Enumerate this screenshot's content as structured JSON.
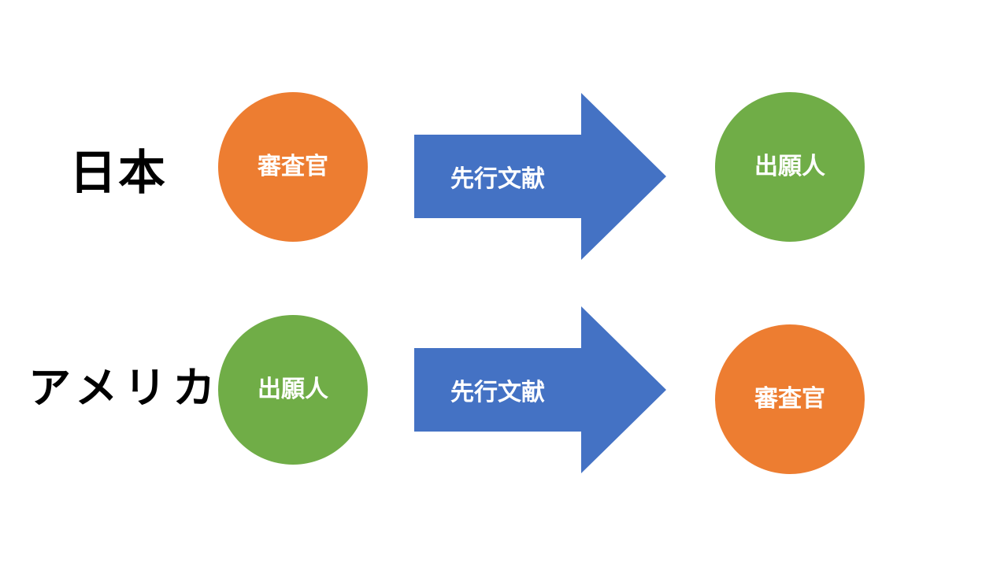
{
  "colors": {
    "orange": "#ED7D31",
    "green": "#70AD47",
    "blue": "#4472C4"
  },
  "rows": [
    {
      "country": "日本",
      "from": {
        "label": "審査官",
        "color": "orange"
      },
      "arrow_label": "先行文献",
      "to": {
        "label": "出願人",
        "color": "green"
      }
    },
    {
      "country": "アメリカ",
      "from": {
        "label": "出願人",
        "color": "green"
      },
      "arrow_label": "先行文献",
      "to": {
        "label": "審査官",
        "color": "orange"
      }
    }
  ]
}
